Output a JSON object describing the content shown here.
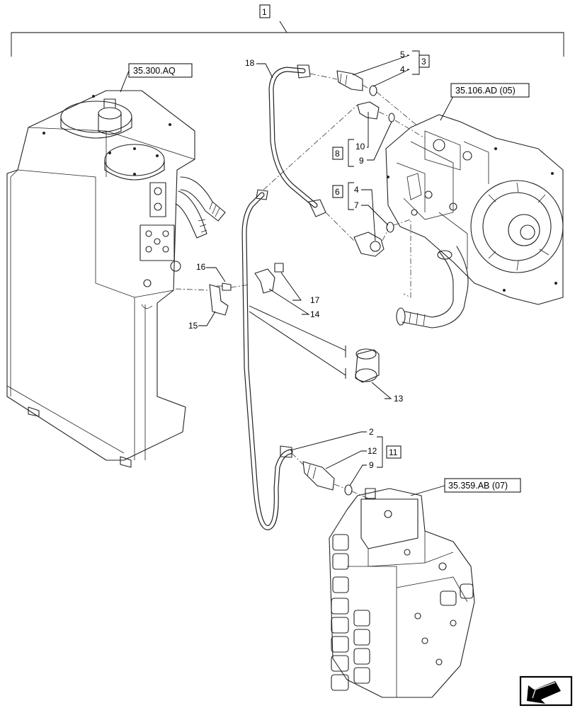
{
  "callouts": [
    {
      "id": "c1",
      "text": "1"
    },
    {
      "id": "c3",
      "text": "3"
    },
    {
      "id": "c8",
      "text": "8"
    },
    {
      "id": "c6",
      "text": "6"
    },
    {
      "id": "c11",
      "text": "11"
    },
    {
      "id": "n18",
      "text": "18"
    },
    {
      "id": "n5",
      "text": "5"
    },
    {
      "id": "n4a",
      "text": "4"
    },
    {
      "id": "n10",
      "text": "10"
    },
    {
      "id": "n9a",
      "text": "9"
    },
    {
      "id": "n4b",
      "text": "4"
    },
    {
      "id": "n7",
      "text": "7"
    },
    {
      "id": "n16",
      "text": "16"
    },
    {
      "id": "n15",
      "text": "15"
    },
    {
      "id": "n17",
      "text": "17"
    },
    {
      "id": "n14",
      "text": "14"
    },
    {
      "id": "n13",
      "text": "13"
    },
    {
      "id": "n2",
      "text": "2"
    },
    {
      "id": "n12",
      "text": "12"
    },
    {
      "id": "n9b",
      "text": "9"
    }
  ],
  "references": [
    {
      "id": "r1",
      "text": "35.300.AQ"
    },
    {
      "id": "r2",
      "text": "35.106.AD (05)"
    },
    {
      "id": "r3",
      "text": "35.359.AB (07)"
    }
  ],
  "nav_icon": "arrow-icon"
}
